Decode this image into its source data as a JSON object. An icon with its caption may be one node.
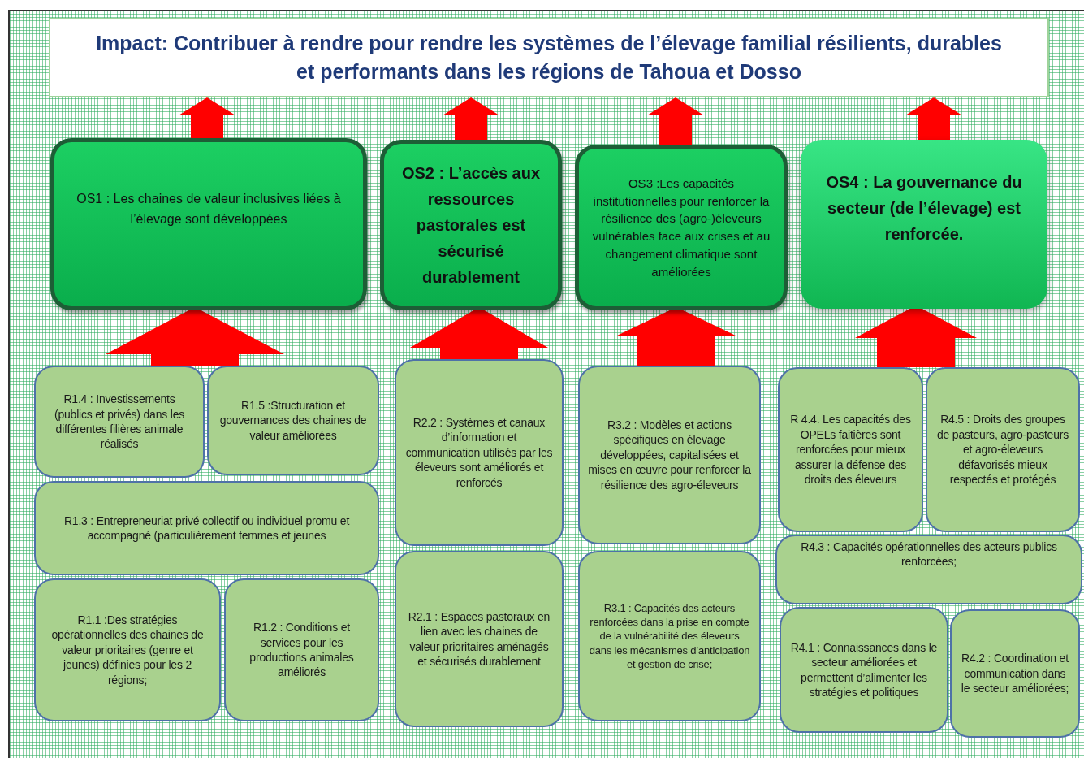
{
  "diagram": {
    "nodes": [
      {
        "text": [
          "Impact: Contribuer à rendre pour rendre les systèmes de l’élevage familial résilients, durables et performants dans les régions de Tahoua et Dosso"
        ]
      },
      {
        "text": [
          "OS1 : Les chaines de valeur inclusives liées à l’élevage sont développées"
        ]
      },
      {
        "text": [
          "OS2 : L’accès aux ressources pastorales est sécurisé durablement"
        ]
      },
      {
        "text": [
          "OS3 :Les capacités institutionnelles pour renforcer la résilience des (agro-)éleveurs vulnérables face aux crises et au changement climatique sont améliorées"
        ]
      },
      {
        "text": [
          "OS4 : La gouvernance du secteur (de l’élevage) est renforcée."
        ]
      },
      {
        "text": [
          "R1.4 : Investissements (publics et privés) dans les différentes filières animale réalisés"
        ]
      },
      {
        "text": [
          "R1.5 :Structuration et gouvernances des chaines de valeur améliorées"
        ]
      },
      {
        "text": [
          "R1.3 : Entrepreneuriat privé collectif ou individuel promu et accompagné (particulièrement femmes et jeunes"
        ]
      },
      {
        "text": [
          "R1.1 :Des stratégies opérationnelles des chaines de valeur prioritaires (genre et jeunes) définies pour les 2 régions;"
        ]
      },
      {
        "text": [
          "R1.2 : Conditions et services pour les productions animales améliorés"
        ]
      },
      {
        "text": [
          "R2.2 : Systèmes et canaux d’information et communication utilisés par les éleveurs sont améliorés et renforcés"
        ]
      },
      {
        "text": [
          "R2.1 : Espaces pastoraux en lien avec les chaines de valeur prioritaires aménagés et sécurisés durablement"
        ]
      },
      {
        "text": [
          "R3.2 : Modèles et actions spécifiques en élevage développées, capitalisées et mises en œuvre pour renforcer la résilience des agro-éleveurs"
        ]
      },
      {
        "text": [
          "R3.1 : Capacités des acteurs renforcées dans la prise en compte de la vulnérabilité des éleveurs dans les mécanismes d’anticipation et gestion de crise;"
        ]
      },
      {
        "text": [
          "R 4.4. Les capacités des OPELs faitières sont renforcées pour mieux assurer la défense des droits des éleveurs"
        ]
      },
      {
        "text": [
          "R4.5 : Droits des groupes de pasteurs, agro-pasteurs et agro-éleveurs défavorisés mieux respectés et protégés"
        ]
      },
      {
        "text": [
          "R4.3 : Capacités opérationnelles des acteurs publics renforcées;"
        ]
      },
      {
        "text": [
          "R4.1 : Connaissances dans le secteur améliorées et permettent d’alimenter les stratégies et politiques"
        ]
      },
      {
        "text": [
          "R4.2 : Coordination et communication dans le secteur améliorées;"
        ]
      }
    ],
    "edges": [
      {
        "from": 1,
        "to": 0,
        "arrow": "to"
      },
      {
        "from": 2,
        "to": 0,
        "arrow": "to"
      },
      {
        "from": 3,
        "to": 0,
        "arrow": "to"
      },
      {
        "from": 4,
        "to": 0,
        "arrow": "to"
      },
      {
        "from": 5,
        "to": 1,
        "arrow": "to",
        "style": "thick"
      },
      {
        "from": 10,
        "to": 2,
        "arrow": "to",
        "style": "thick"
      },
      {
        "from": 12,
        "to": 3,
        "arrow": "to",
        "style": "thick"
      },
      {
        "from": 14,
        "to": 4,
        "arrow": "to",
        "style": "thick"
      }
    ]
  }
}
